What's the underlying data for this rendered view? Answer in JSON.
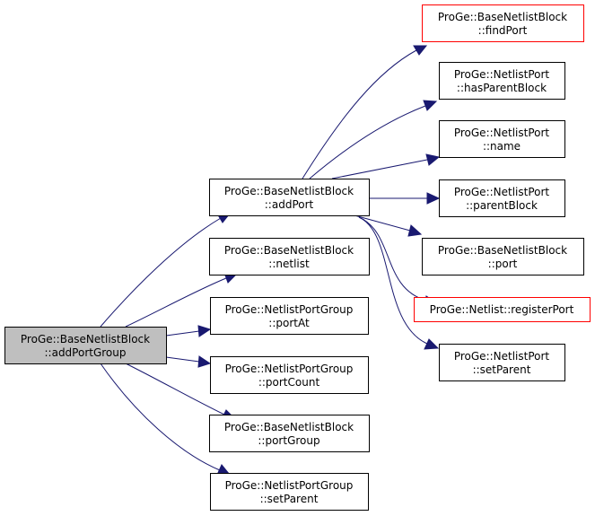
{
  "nodes": {
    "addPortGroup": {
      "line1": "ProGe::BaseNetlistBlock",
      "line2": "::addPortGroup"
    },
    "addPort": {
      "line1": "ProGe::BaseNetlistBlock",
      "line2": "::addPort"
    },
    "netlist": {
      "line1": "ProGe::BaseNetlistBlock",
      "line2": "::netlist"
    },
    "portAt": {
      "line1": "ProGe::NetlistPortGroup",
      "line2": "::portAt"
    },
    "portCount": {
      "line1": "ProGe::NetlistPortGroup",
      "line2": "::portCount"
    },
    "portGroup": {
      "line1": "ProGe::BaseNetlistBlock",
      "line2": "::portGroup"
    },
    "pgSetParent": {
      "line1": "ProGe::NetlistPortGroup",
      "line2": "::setParent"
    },
    "findPort": {
      "line1": "ProGe::BaseNetlistBlock",
      "line2": "::findPort"
    },
    "hasParentBlock": {
      "line1": "ProGe::NetlistPort",
      "line2": "::hasParentBlock"
    },
    "name": {
      "line1": "ProGe::NetlistPort",
      "line2": "::name"
    },
    "parentBlock": {
      "line1": "ProGe::NetlistPort",
      "line2": "::parentBlock"
    },
    "port": {
      "line1": "ProGe::BaseNetlistBlock",
      "line2": "::port"
    },
    "registerPort": {
      "line1": "ProGe::Netlist::registerPort"
    },
    "npSetParent": {
      "line1": "ProGe::NetlistPort",
      "line2": "::setParent"
    }
  },
  "colors": {
    "edge": "#191970",
    "focus_fill": "#bfbfbf",
    "external_border": "#ff0000"
  }
}
